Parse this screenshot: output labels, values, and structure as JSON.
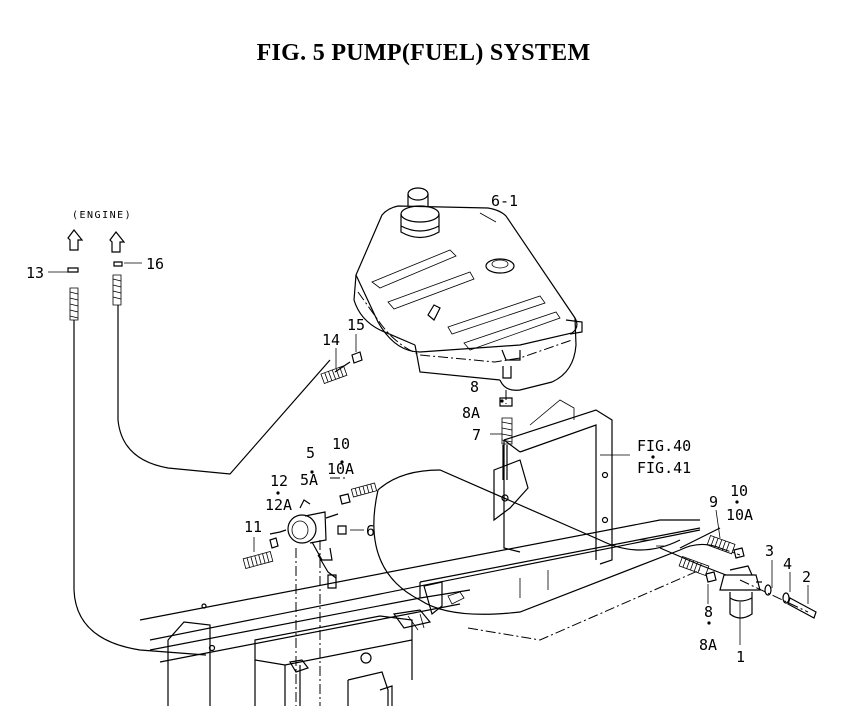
{
  "title": "FIG. 5  PUMP(FUEL) SYSTEM",
  "labels": {
    "engine": "(ENGINE)",
    "p13": "13",
    "p16": "16",
    "p6_1": "6-1",
    "p14": "14",
    "p15": "15",
    "p8_top": "8",
    "p8a_top": "8A",
    "p7": "7",
    "fig40": "FIG.40",
    "fig41": "FIG.41",
    "p5": "5",
    "p5a": "5A",
    "p10_mid": "10",
    "p10a_mid": "10A",
    "p12": "12",
    "p12a": "12A",
    "p11": "11",
    "p6": "6",
    "p9": "9",
    "p10_right": "10",
    "p10a_right": "10A",
    "p3": "3",
    "p4": "4",
    "p2": "2",
    "p8_bot": "8",
    "p8a_bot": "8A",
    "p1": "1"
  }
}
